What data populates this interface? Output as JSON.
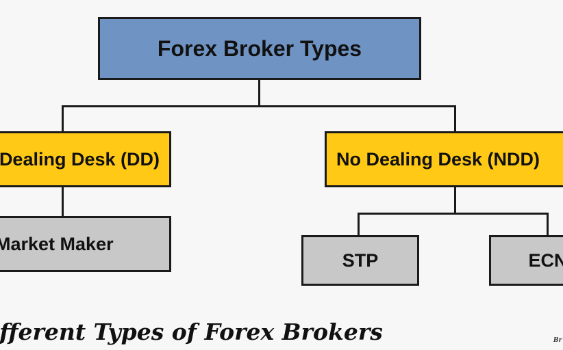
{
  "diagram": {
    "root": {
      "label": "Forex Broker Types"
    },
    "dealing_desk": {
      "label": "Dealing Desk (DD)"
    },
    "market_maker": {
      "label": "Market Maker"
    },
    "no_dealing_desk": {
      "label": "No Dealing Desk (NDD)"
    },
    "stp": {
      "label": "STP"
    },
    "ecn": {
      "label": "ECN"
    }
  },
  "caption": "Different Types of Forex Brokers",
  "watermark": "Br",
  "colors": {
    "root_fill": "#6f93c3",
    "level2_fill": "#ffc916",
    "leaf_fill": "#c8c8c8",
    "connector": "#1a1a1a",
    "background": "#f7f7f7"
  }
}
